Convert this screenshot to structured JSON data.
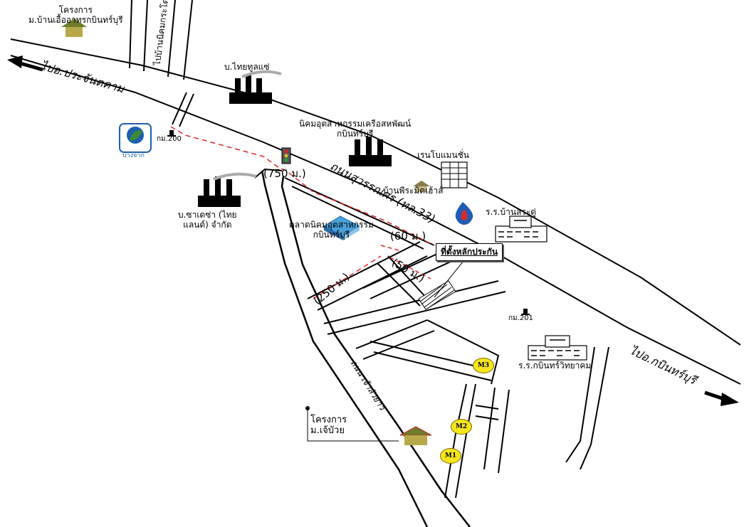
{
  "roads": {
    "main_highway": "ถนนสุวรรณศร (ทล.33)",
    "to_prachinburi": "ไปอ.ประจันตคาม",
    "to_kabinburi": "ไปอ.กบินทร์บุรี",
    "local_road": "ถนน เจ้าสัวยาว",
    "to_nakhonnayok": "ไปบ้านนิคมกระโด"
  },
  "places": {
    "housing_top": "โครงการ ม.บ้านเอื้ออาทรกบินทร์บุรี",
    "housing_top_l1": "โครงการ",
    "housing_top_l2": "ม.บ้านเอื้ออาทรกบินทร์บุรี",
    "thai_tube": "บ.ไทยทูลแซ่",
    "industrial_estate_l1": "นิคมอุตสาหกรรมเครือสหพัฒน์",
    "industrial_estate_l2": "กบินทร์บุรี",
    "apartment": "เรนโบแมนชั่น",
    "house_sign": "บ้านพีระมิดเฮ้าส์",
    "school_sarakku": "ร.ร.บ้านสระดู่",
    "company_l1": "บ.ซาเดซ่า (ไทย",
    "company_l2": "แลนด์) จำกัด",
    "market_l1": "ตลาดนิคมอุตสาหกรรม",
    "market_l2": "กบินทร์บุรี",
    "km200": "กม.200",
    "km201": "กม.201",
    "school_kabin": "ร.ร.กบินทร์วิทยาคม",
    "project_bottom_l1": "โครงการ",
    "project_bottom_l2": "ม.เจ้บัวย",
    "bangchak_logo": "บางจาก"
  },
  "callout": "ที่ตั้งหลักประกัน",
  "distances": {
    "d750": "(750 ม.)",
    "d60": "(60 ม.)",
    "d50": "(50 ม.)",
    "d250": "(250 ม.)"
  },
  "markers": {
    "m1": "M1",
    "m2": "M2",
    "m3": "M3"
  },
  "colors": {
    "road_line": "#000000",
    "route_dashed": "#e0262b",
    "marker_fill": "#f5e51b",
    "bangchak_blue": "#1d5fae",
    "bangchak_green": "#3a8a3a",
    "ptt_blue": "#1f5cb3",
    "ptt_red": "#d62b2b",
    "house_green": "#6e7d2a"
  }
}
